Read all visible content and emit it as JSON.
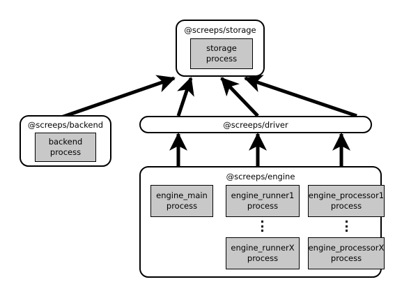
{
  "diagram": {
    "type": "architecture-block-diagram",
    "background_color": "#ffffff",
    "line_color": "#000000",
    "process_fill_color": "#c8c8c8",
    "nodes": {
      "storage": {
        "title": "@screeps/storage",
        "process": {
          "line1": "storage",
          "line2": "process"
        }
      },
      "backend": {
        "title": "@screeps/backend",
        "process": {
          "line1": "backend",
          "line2": "process"
        }
      },
      "driver": {
        "title": "@screeps/driver"
      },
      "engine": {
        "title": "@screeps/engine",
        "processes": [
          {
            "line1": "engine_main",
            "line2": "process"
          },
          {
            "line1": "engine_runner1",
            "line2": "process"
          },
          {
            "line1": "engine_processor1",
            "line2": "process"
          },
          {
            "line1": "engine_runnerX",
            "line2": "process"
          },
          {
            "line1": "engine_processorX",
            "line2": "process"
          }
        ],
        "ellipsis_count": 2
      }
    },
    "edges": [
      {
        "from": "backend",
        "to": "storage"
      },
      {
        "from": "driver",
        "to": "storage"
      },
      {
        "from": "driver",
        "to": "storage"
      },
      {
        "from": "driver",
        "to": "storage"
      },
      {
        "from": "engine",
        "to": "driver"
      },
      {
        "from": "engine",
        "to": "driver"
      },
      {
        "from": "engine",
        "to": "driver"
      }
    ]
  }
}
